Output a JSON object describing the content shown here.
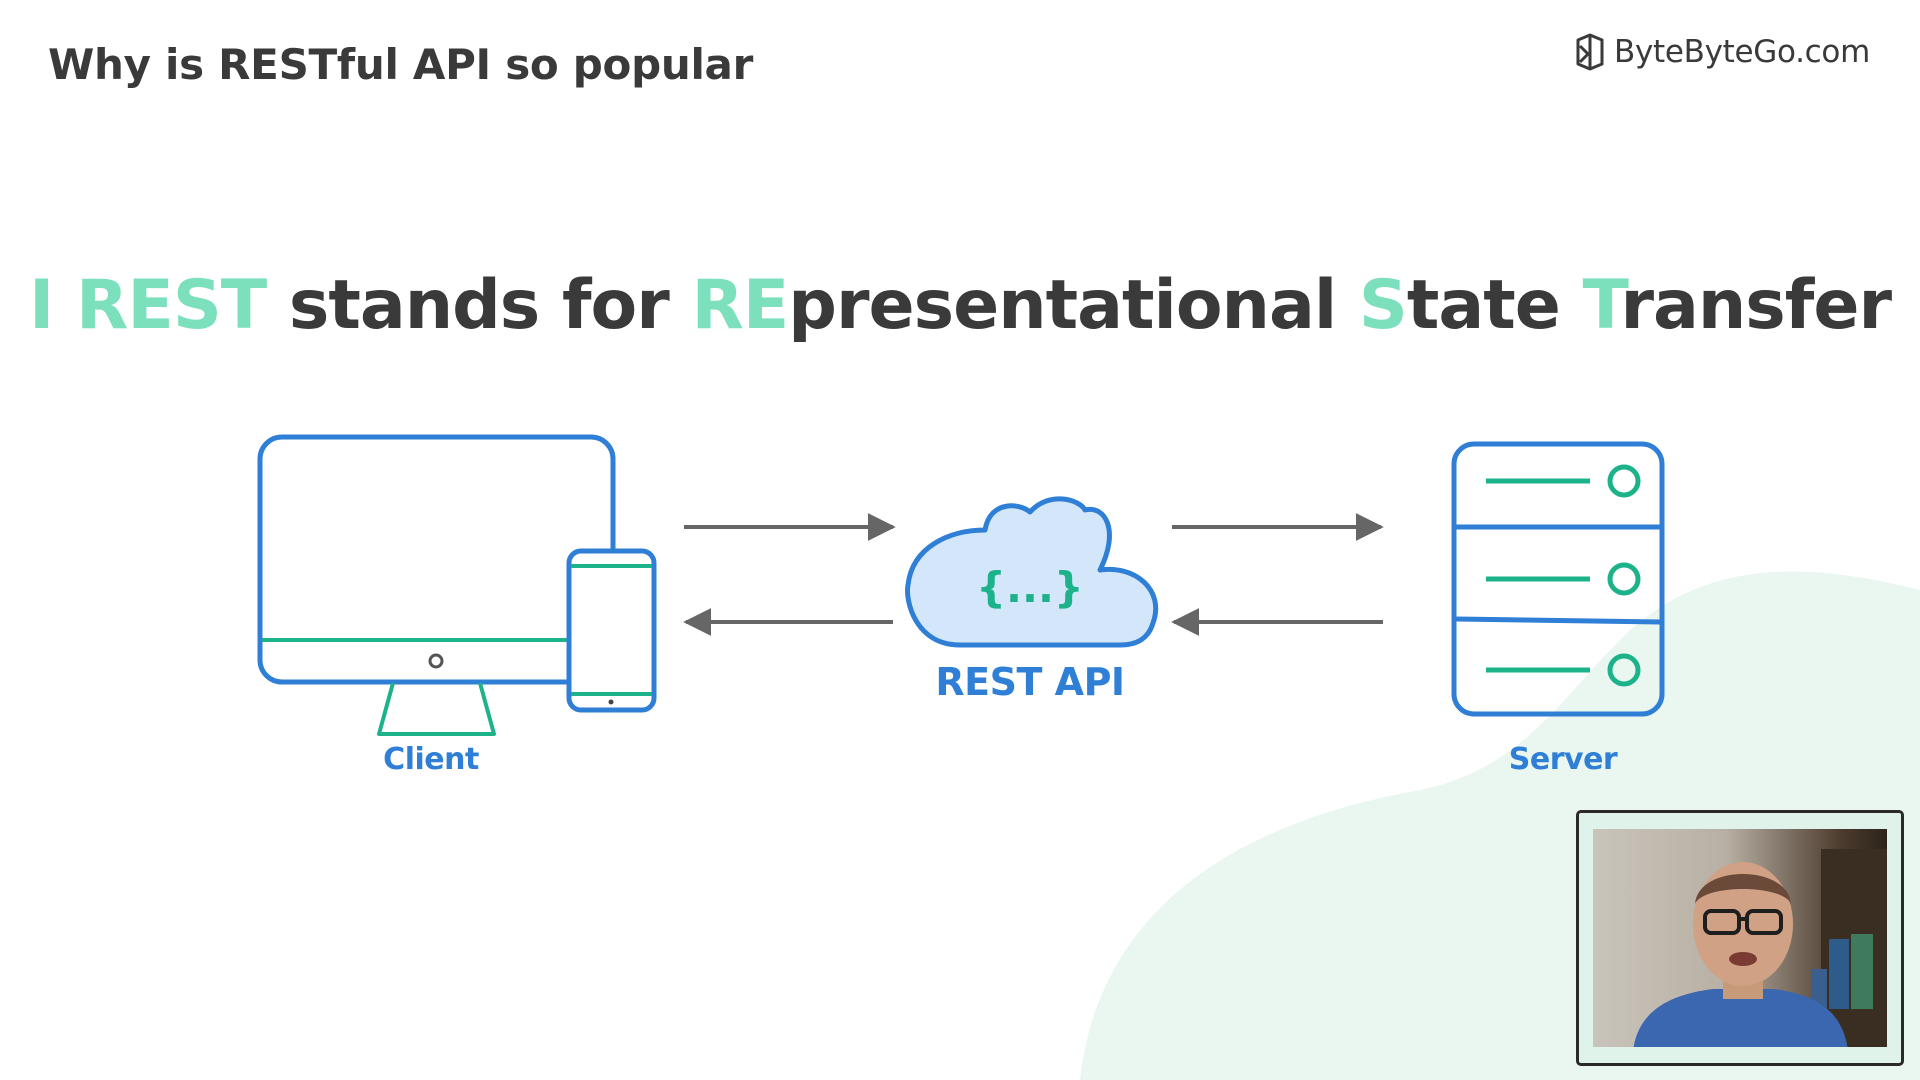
{
  "header": {
    "title": "Why is RESTful API so popular",
    "brand": "ByteByteGo.com"
  },
  "headline": {
    "bar": "I",
    "rest": "REST",
    "mid": " stands for ",
    "re": "RE",
    "re_rest": "presentational ",
    "s": "S",
    "s_rest": "tate ",
    "t": "T",
    "t_rest": "ransfer"
  },
  "diagram": {
    "client_label": "Client",
    "api_label": "REST API",
    "api_glyph": "{...}",
    "server_label": "Server"
  },
  "colors": {
    "accent_green": "#7de0bd",
    "icon_blue": "#2f7fd6",
    "icon_green": "#1db38a",
    "arrow_gray": "#666666",
    "cloud_fill": "#d3e6fa",
    "background_blob": "#eaf6f0"
  },
  "icons": {
    "logo": "bytebytego-logo-icon",
    "client": "desktop-and-phone-icon",
    "api": "cloud-icon",
    "server": "server-rack-icon"
  }
}
